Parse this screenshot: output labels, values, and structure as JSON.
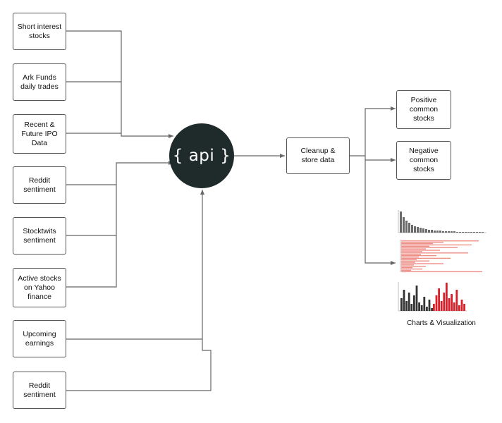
{
  "sources": [
    {
      "id": "short-interest",
      "label": "Short interest\nstocks"
    },
    {
      "id": "ark-funds",
      "label": "Ark Funds\ndaily trades"
    },
    {
      "id": "ipo-data",
      "label": "Recent &\nFuture IPO\nData"
    },
    {
      "id": "reddit-sentiment-1",
      "label": "Reddit\nsentiment"
    },
    {
      "id": "stocktwits-sentiment",
      "label": "Stocktwits\nsentiment"
    },
    {
      "id": "active-yahoo",
      "label": "Active stocks\non Yahoo\nfinance"
    },
    {
      "id": "upcoming-earnings",
      "label": "Upcoming\nearnings"
    },
    {
      "id": "reddit-sentiment-2",
      "label": "Reddit\nsentiment"
    }
  ],
  "hub": {
    "label": "{ api }"
  },
  "process": {
    "label": "Cleanup &\nstore data"
  },
  "outputs": [
    {
      "id": "positive",
      "label": "Positive\ncommon\nstocks"
    },
    {
      "id": "negative",
      "label": "Negative\ncommon\nstocks"
    }
  ],
  "charts": {
    "caption": "Charts & Visualization",
    "colors": {
      "gray": "#6b6b6b",
      "salmon": "#ee8f88",
      "dark": "#333333",
      "red": "#d8202a"
    }
  },
  "colors": {
    "line": "#666666",
    "hub": "#1f2b2b"
  }
}
